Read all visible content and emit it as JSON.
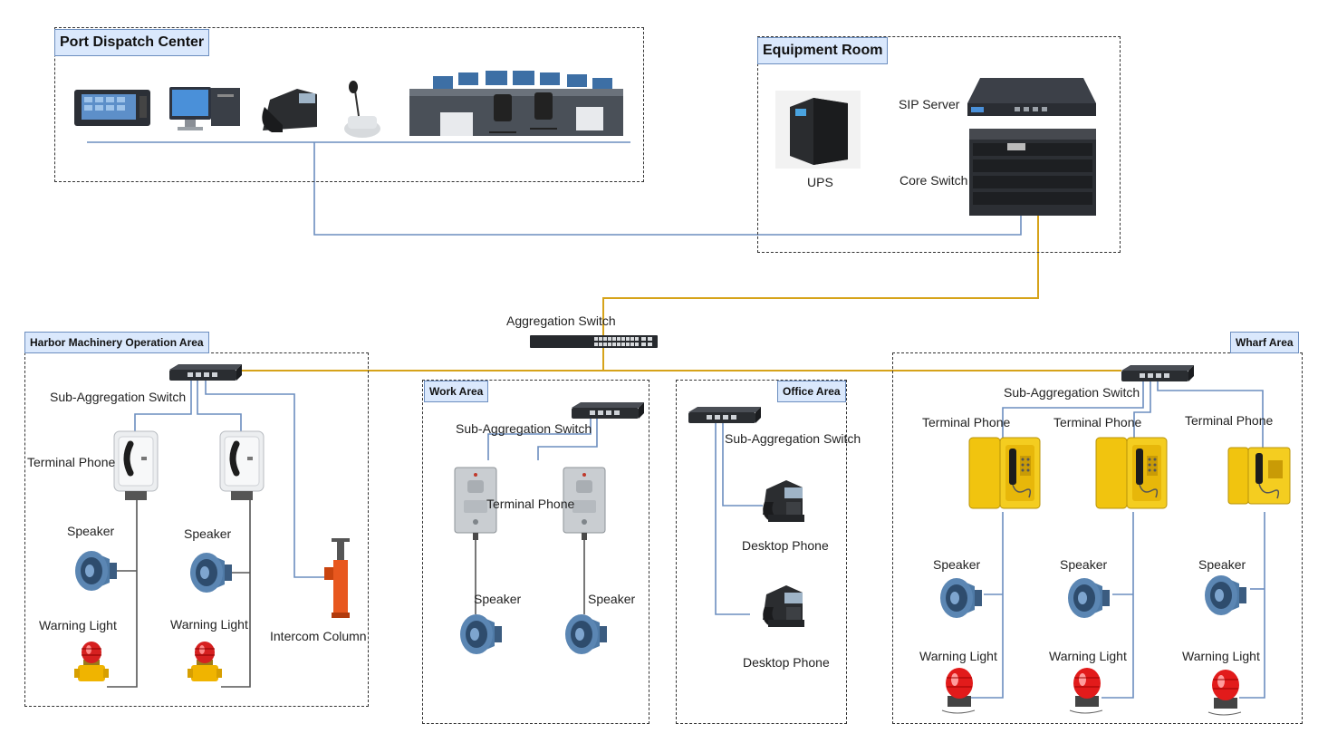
{
  "areas": {
    "dispatch": "Port Dispatch Center",
    "equipment": "Equipment Room",
    "harbor": "Harbor Machinery Operation Area",
    "work": "Work Area",
    "office": "Office Area",
    "wharf": "Wharf Area"
  },
  "labels": {
    "sip_server": "SIP Server",
    "ups": "UPS",
    "core_switch": "Core Switch",
    "aggregation_switch": "Aggregation Switch",
    "sub_aggregation_switch": "Sub-Aggregation Switch",
    "terminal_phone": "Terminal Phone",
    "speaker": "Speaker",
    "warning_light": "Warning Light",
    "intercom_column": "Intercom Column",
    "desktop_phone": "Desktop Phone"
  },
  "colors": {
    "blue_link": "#6c8ebf",
    "orange_link": "#d6a31a",
    "title_fill": "#dae8fc",
    "title_border": "#6c8ebf",
    "dark_line": "#555555"
  }
}
